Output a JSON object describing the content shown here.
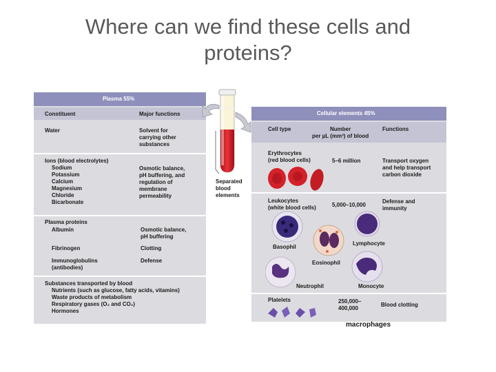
{
  "slide": {
    "title_line1": "Where can we find these cells and",
    "title_line2": "proteins?"
  },
  "plasma": {
    "header": "Plasma 55%",
    "col_constituent": "Constituent",
    "col_functions": "Major functions",
    "water": "Water",
    "water_fn": [
      "Solvent for",
      "carrying other",
      "substances"
    ],
    "ions_title": "Ions (blood electrolytes)",
    "ions": [
      "Sodium",
      "Potassium",
      "Calcium",
      "Magnesium",
      "Chloride",
      "Bicarbonate"
    ],
    "ions_fn": [
      "Osmotic balance,",
      "pH buffering, and",
      "regulation of",
      "membrane",
      "permeability"
    ],
    "proteins_title": "Plasma proteins",
    "albumin": "Albumin",
    "albumin_fn": [
      "Osmotic balance,",
      "pH buffering"
    ],
    "fibrinogen": "Fibrinogen",
    "fibrinogen_fn": "Clotting",
    "immuno": [
      "Immunoglobulins",
      "(antibodies)"
    ],
    "immuno_fn": "Defense",
    "transport_title": "Substances transported by blood",
    "transport_items": [
      "Nutrients (such as glucose, fatty acids, vitamins)",
      "Waste products of metabolism",
      "Respiratory gases (O₂ and CO₂)",
      "Hormones"
    ]
  },
  "tube": {
    "label": [
      "Separated",
      "blood",
      "elements"
    ]
  },
  "cellular": {
    "header": "Cellular elements 45%",
    "col_type": "Cell type",
    "col_number": [
      "Number",
      "per µL (mm³) of blood"
    ],
    "col_functions": "Functions",
    "erythro": [
      "Erythrocytes",
      "(red blood cells)"
    ],
    "erythro_num": "5–6 million",
    "erythro_fn": [
      "Transport oxygen",
      "and help transport",
      "carbon dioxide"
    ],
    "leuko": [
      "Leukocytes",
      "(white blood cells)"
    ],
    "leuko_num": "5,000–10,000",
    "leuko_fn": [
      "Defense and",
      "immunity"
    ],
    "basophil": "Basophil",
    "lymphocyte": "Lymphocyte",
    "eosinophil": "Eosinophil",
    "neutrophil": "Neutrophil",
    "monocyte": "Monocyte",
    "platelets": "Platelets",
    "platelets_num": [
      "250,000–",
      "400,000"
    ],
    "platelets_fn": "Blood clotting",
    "cut_caption": "macrophages"
  },
  "colors": {
    "header_bg": "#8f8fbc",
    "panel_bg": "#dcdce0",
    "rbc_red": "#d4212a",
    "wbc_purple": "#4a2a7a"
  }
}
